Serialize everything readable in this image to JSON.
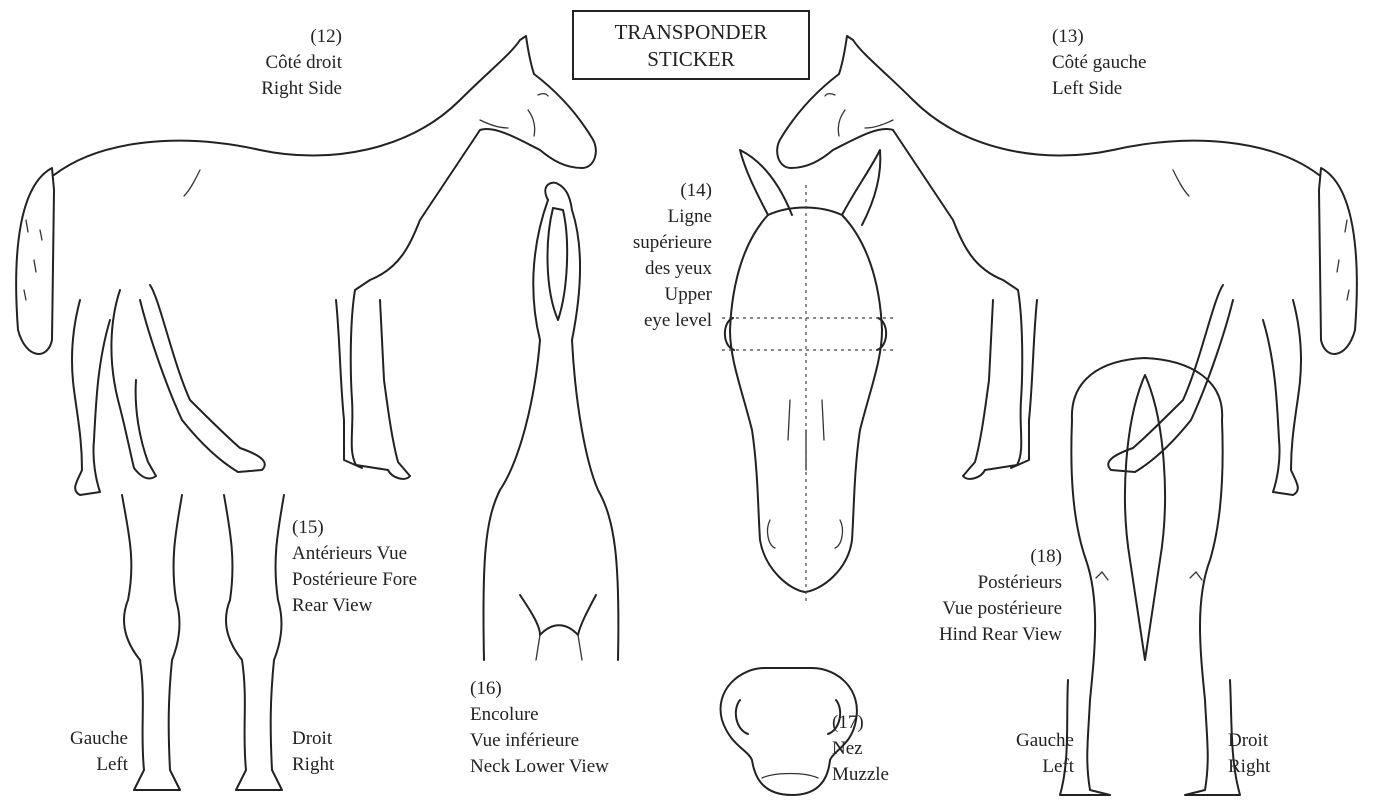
{
  "sticker": {
    "line1": "TRANSPONDER",
    "line2": "STICKER"
  },
  "right_side": {
    "number": "(12)",
    "fr": "Côté droit",
    "en": "Right Side"
  },
  "left_side": {
    "number": "(13)",
    "fr": "Côté gauche",
    "en": "Left Side"
  },
  "head": {
    "number": "(14)",
    "fr_1": "Ligne",
    "fr_2": "supérieure",
    "fr_3": "des yeux",
    "en_1": "Upper",
    "en_2": "eye level"
  },
  "fore_rear": {
    "number": "(15)",
    "line1": "Antérieurs Vue",
    "line2": "Postérieure Fore",
    "line3": "Rear View",
    "left_fr": "Gauche",
    "left_en": "Left",
    "right_fr": "Droit",
    "right_en": "Right"
  },
  "neck": {
    "number": "(16)",
    "fr_1": "Encolure",
    "fr_2": "Vue inférieure",
    "en": "Neck Lower View"
  },
  "muzzle": {
    "number": "(17)",
    "fr": "Nez",
    "en": "Muzzle"
  },
  "hind_rear": {
    "number": "(18)",
    "line1": "Postérieurs",
    "line2": "Vue postérieure",
    "line3": "Hind Rear View",
    "left_fr": "Gauche",
    "left_en": "Left",
    "right_fr": "Droit",
    "right_en": "Right"
  },
  "icons": [
    "horse-right-side-icon",
    "horse-left-side-icon",
    "horse-head-front-icon",
    "horse-neck-lower-icon",
    "horse-forelegs-rear-icon",
    "horse-muzzle-icon",
    "horse-hindquarters-rear-icon"
  ]
}
